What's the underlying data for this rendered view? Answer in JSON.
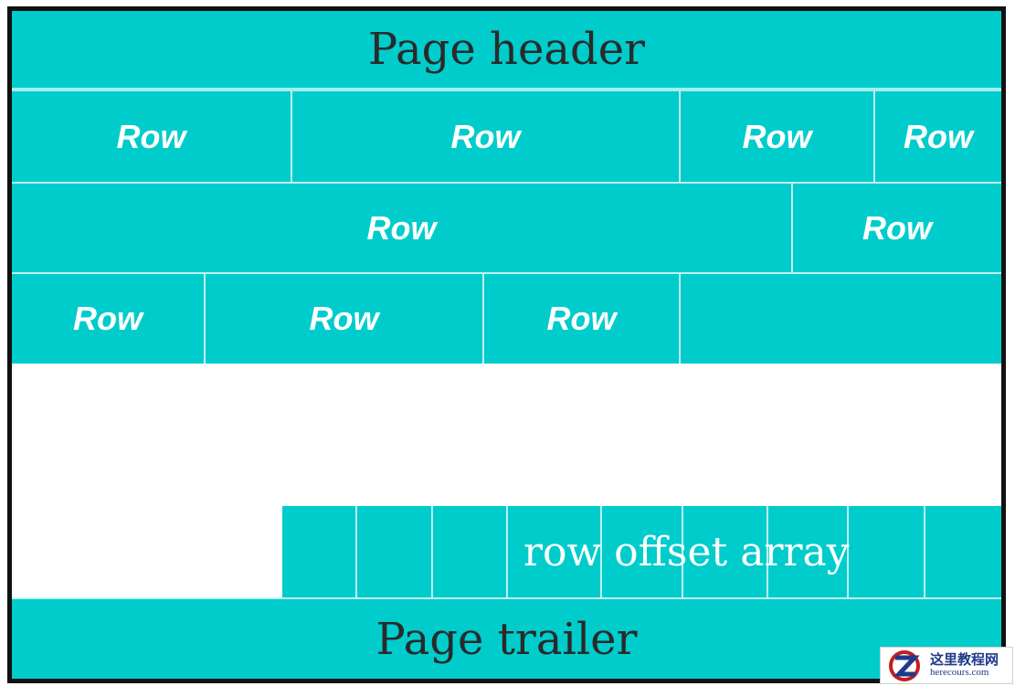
{
  "diagram": {
    "header": "Page header",
    "trailer": "Page trailer",
    "row_label": "Row",
    "offset_array_label": "row offset array",
    "rows": [
      {
        "cells": 4
      },
      {
        "cells": 2
      },
      {
        "cells": 3
      }
    ]
  },
  "colors": {
    "fill": "#00cccc",
    "border": "#111111",
    "cell_divider": "#bff2f2",
    "row_text": "#ffffff",
    "header_text": "#2a2a2a"
  },
  "watermark": {
    "cn": "这里教程网",
    "en": "herecours.com"
  }
}
